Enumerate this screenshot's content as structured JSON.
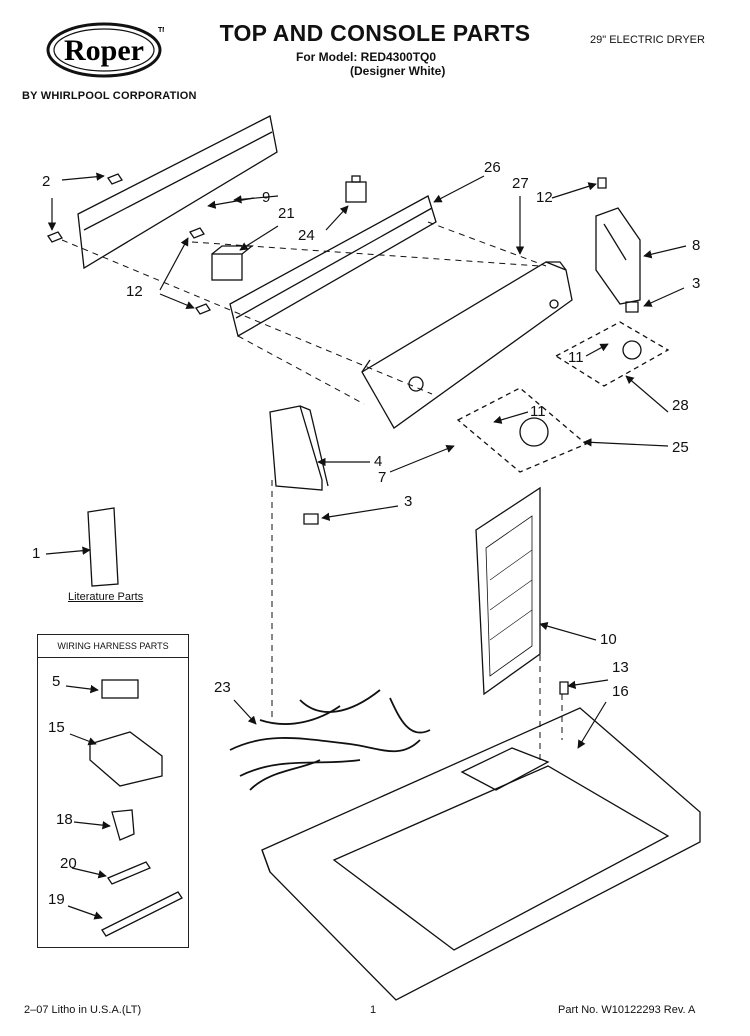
{
  "header": {
    "brand": "Roper",
    "tm": "TM",
    "byline": "BY WHIRLPOOL CORPORATION",
    "title": "TOP AND CONSOLE PARTS",
    "model_line": "For Model: RED4300TQ0",
    "model_variant": "(Designer White)",
    "product": "29\" ELECTRIC DRYER"
  },
  "literature_label": "Literature Parts",
  "harness_box_title": "WIRING HARNESS PARTS",
  "callouts": [
    {
      "id": "c2",
      "text": "2"
    },
    {
      "id": "c9",
      "text": "9"
    },
    {
      "id": "c21",
      "text": "21"
    },
    {
      "id": "c24",
      "text": "24"
    },
    {
      "id": "c26",
      "text": "26"
    },
    {
      "id": "c27",
      "text": "27"
    },
    {
      "id": "c12a",
      "text": "12"
    },
    {
      "id": "c8",
      "text": "8"
    },
    {
      "id": "c12b",
      "text": "12"
    },
    {
      "id": "c3a",
      "text": "3"
    },
    {
      "id": "c11a",
      "text": "11"
    },
    {
      "id": "c28",
      "text": "28"
    },
    {
      "id": "c11b",
      "text": "11"
    },
    {
      "id": "c25",
      "text": "25"
    },
    {
      "id": "c4",
      "text": "4"
    },
    {
      "id": "c7",
      "text": "7"
    },
    {
      "id": "c3b",
      "text": "3"
    },
    {
      "id": "c1",
      "text": "1"
    },
    {
      "id": "c10",
      "text": "10"
    },
    {
      "id": "c13",
      "text": "13"
    },
    {
      "id": "c16",
      "text": "16"
    },
    {
      "id": "c23",
      "text": "23"
    },
    {
      "id": "c5",
      "text": "5"
    },
    {
      "id": "c15",
      "text": "15"
    },
    {
      "id": "c18",
      "text": "18"
    },
    {
      "id": "c20",
      "text": "20"
    },
    {
      "id": "c19",
      "text": "19"
    }
  ],
  "footer": {
    "left": "2–07 Litho in U.S.A.(LT)",
    "page": "1",
    "part_no": "Part No. W10122293 Rev. A"
  }
}
